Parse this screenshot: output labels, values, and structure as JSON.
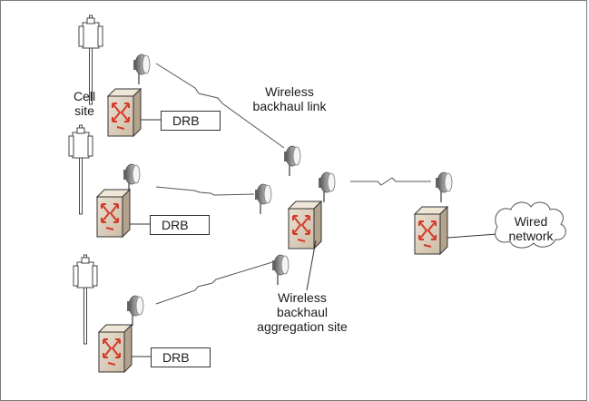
{
  "labels": {
    "cell_site": "Cell\nsite",
    "wireless_backhaul_link": "Wireless\nbackhaul link",
    "aggregation_site": "Wireless\nbackhaul\naggregation site",
    "wired_network": "Wired\nnetwork",
    "drb": "DRB"
  },
  "colors": {
    "switch_front": "#d9cbb8",
    "switch_arrows": "#d63a2a",
    "frame": "#6d6d6d",
    "background": "#ffffff"
  },
  "icons": [
    "cell-tower-icon",
    "microwave-dish-icon",
    "router-switch-icon",
    "cloud-icon",
    "zigzag-link-icon"
  ]
}
